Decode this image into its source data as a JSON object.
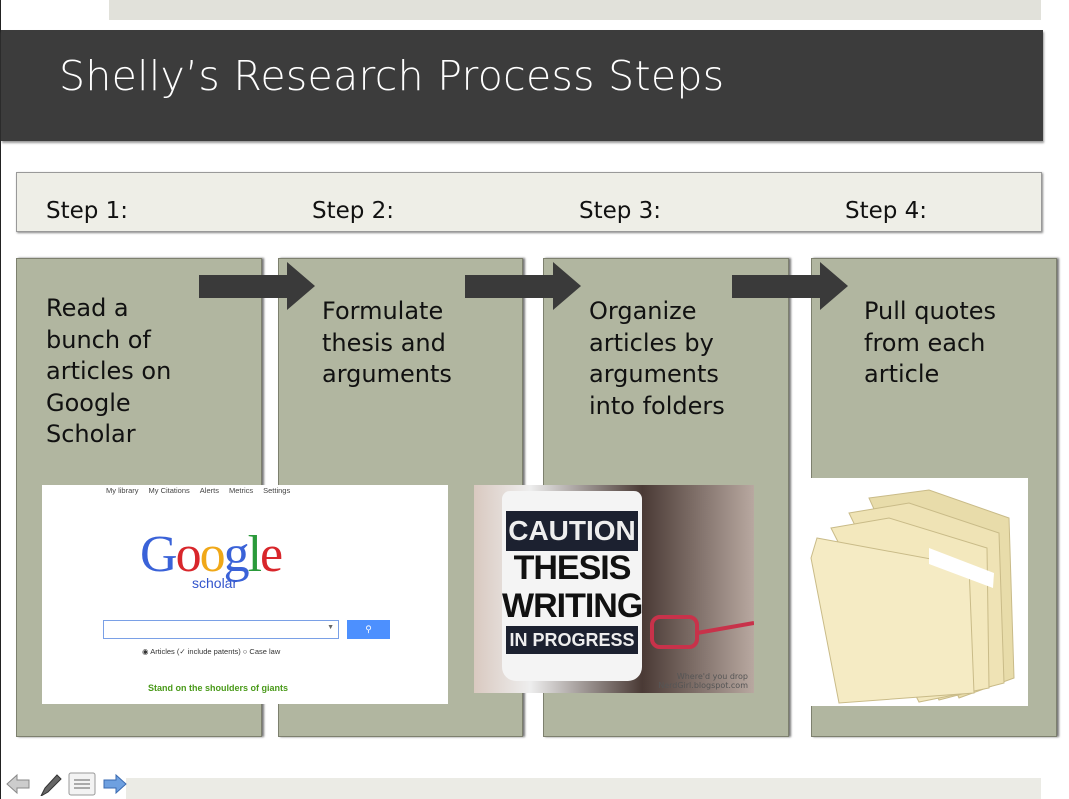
{
  "slide": {
    "title": "Shelly’s Research Process Steps"
  },
  "steps": [
    {
      "label": "Step 1:",
      "text": "Read a bunch of articles on Google Scholar"
    },
    {
      "label": "Step 2:",
      "text": "Formulate thesis and arguments"
    },
    {
      "label": "Step 3:",
      "text": "Organize articles by arguments into folders"
    },
    {
      "label": "Step 4:",
      "text": "Pull quotes from each article"
    }
  ],
  "google_scholar": {
    "nav": [
      "My library",
      "My Citations",
      "Alerts",
      "Metrics",
      "Settings"
    ],
    "logo": "Google",
    "sub": "scholar",
    "search_value": "",
    "search_icon": "search-icon",
    "option_articles": "Articles (",
    "option_patents": "include patents)",
    "option_caselaw": "Case law",
    "tagline": "Stand on the shoulders of giants"
  },
  "mug": {
    "line1": "CAUTION",
    "line2": "THESIS",
    "line3": "WRITING",
    "line4": "IN PROGRESS",
    "credit1": "Where'd you drop",
    "credit2": "NerdGirl.blogspot.com"
  },
  "colors": {
    "title_bg": "#3c3c3c",
    "panel": "#b1b6a0",
    "step_bar": "#eeeee7"
  }
}
